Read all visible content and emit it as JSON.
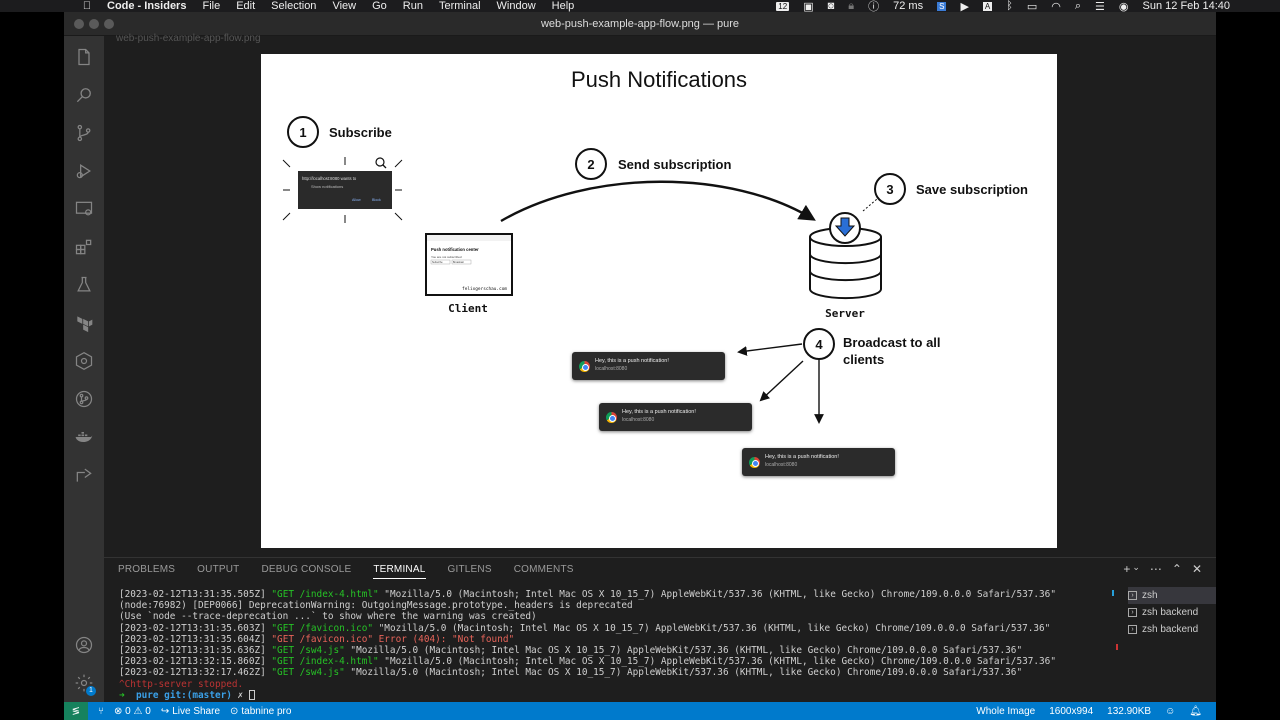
{
  "menubar": {
    "app_name": "Code - Insiders",
    "items": [
      "File",
      "Edit",
      "Selection",
      "View",
      "Go",
      "Run",
      "Terminal",
      "Window",
      "Help"
    ],
    "status_ms": "72 ms",
    "date_time": "Sun 12 Feb  14:40",
    "calendar_day": "12"
  },
  "window": {
    "title": "web-push-example-app-flow.png — pure",
    "tab_label": "web-push-example-app-flow.png"
  },
  "activity_icons": [
    "explorer-icon",
    "search-icon",
    "source-control-icon",
    "run-debug-icon",
    "remote-explorer-icon",
    "extensions-icon",
    "testing-icon",
    "terraform-icon",
    "gitlens-icon",
    "git-graph-icon",
    "docker-icon",
    "live-share-icon"
  ],
  "diagram": {
    "title": "Push Notifications",
    "steps": [
      {
        "num": "1",
        "label": "Subscribe"
      },
      {
        "num": "2",
        "label": "Send subscription"
      },
      {
        "num": "3",
        "label": "Save subscription"
      },
      {
        "num": "4",
        "label": "Broadcast to all clients"
      }
    ],
    "client_label": "Client",
    "server_label": "Server",
    "permission_popup": {
      "text": "http://localhost:8080 wants to",
      "option": "Show notifications",
      "allow": "Allow",
      "block": "Block"
    },
    "client_window": {
      "heading": "Push notification center",
      "subtitle": "You are not subscribed",
      "btn1": "Subscribe",
      "btn2": "Broadcast",
      "footer": "felixgerschau.com"
    },
    "notification": {
      "title": "Hey, this is a push notification!",
      "source": "localhost:8080"
    }
  },
  "panel": {
    "tabs": [
      "PROBLEMS",
      "OUTPUT",
      "DEBUG CONSOLE",
      "TERMINAL",
      "GITLENS",
      "COMMENTS"
    ],
    "active_tab": "TERMINAL",
    "terminals": [
      "zsh",
      "zsh backend",
      "zsh backend"
    ]
  },
  "terminal_lines": [
    {
      "ts": "[2023-02-12T13:31:35.505Z]",
      "req": "\"GET /index-4.html\"",
      "rest": " \"Mozilla/5.0 (Macintosh; Intel Mac OS X 10_15_7) AppleWebKit/537.36 (KHTML, like Gecko) Chrome/109.0.0.0 Safari/537.36\""
    },
    {
      "plain": "(node:76982) [DEP0066] DeprecationWarning: OutgoingMessage.prototype._headers is deprecated"
    },
    {
      "plain": "(Use `node --trace-deprecation ...` to show where the warning was created)"
    },
    {
      "ts": "[2023-02-12T13:31:35.603Z]",
      "req": "\"GET /favicon.ico\"",
      "rest": " \"Mozilla/5.0 (Macintosh; Intel Mac OS X 10_15_7) AppleWebKit/537.36 (KHTML, like Gecko) Chrome/109.0.0.0 Safari/537.36\""
    },
    {
      "ts": "[2023-02-12T13:31:35.604Z]",
      "req": "\"GET /favicon.ico\"",
      "rest": " Error (404): \"Not found\"",
      "error": true
    },
    {
      "ts": "[2023-02-12T13:31:35.636Z]",
      "req": "\"GET /sw4.js\"",
      "rest": " \"Mozilla/5.0 (Macintosh; Intel Mac OS X 10_15_7) AppleWebKit/537.36 (KHTML, like Gecko) Chrome/109.0.0.0 Safari/537.36\""
    },
    {
      "ts": "[2023-02-12T13:32:15.860Z]",
      "req": "\"GET /index-4.html\"",
      "rest": " \"Mozilla/5.0 (Macintosh; Intel Mac OS X 10_15_7) AppleWebKit/537.36 (KHTML, like Gecko) Chrome/109.0.0.0 Safari/537.36\""
    },
    {
      "ts": "[2023-02-12T13:32:17.462Z]",
      "req": "\"GET /sw4.js\"",
      "rest": " \"Mozilla/5.0 (Macintosh; Intel Mac OS X 10_15_7) AppleWebKit/537.36 (KHTML, like Gecko) Chrome/109.0.0.0 Safari/537.36\""
    }
  ],
  "terminal_stopped": "^Chttp-server stopped.",
  "prompt": {
    "arrow": "➜",
    "dir": "pure",
    "git": "git:(master)",
    "dirty": "✗"
  },
  "statusbar": {
    "problems": "⊗ 0 ⚠ 0",
    "live_share": "Live Share",
    "tabnine": "tabnine pro",
    "view_mode": "Whole Image",
    "dimensions": "1600x994",
    "filesize": "132.90KB"
  },
  "accounts_badge": "1",
  "colors": {
    "accent": "#007acc",
    "activity_bg": "#333333",
    "editor_bg": "#1e1e1e",
    "server_arrow": "#2a6fd6"
  }
}
